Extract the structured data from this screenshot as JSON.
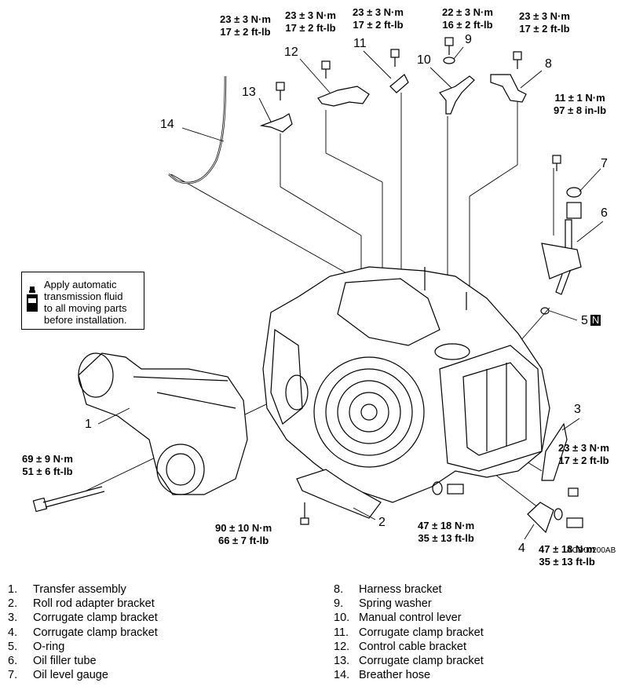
{
  "torque_specs": {
    "t_13": [
      "23 ± 3 N·m",
      "17 ± 2 ft-lb"
    ],
    "t_12": [
      "23 ± 3 N·m",
      "17 ± 2 ft-lb"
    ],
    "t_11": [
      "23 ± 3 N·m",
      "17 ± 2 ft-lb"
    ],
    "t_9": [
      "22 ± 3 N·m",
      "16 ± 2 ft-lb"
    ],
    "t_8": [
      "23 ± 3 N·m",
      "17 ± 2 ft-lb"
    ],
    "t_7": [
      "11 ± 1 N·m",
      "97 ± 8 in-lb"
    ],
    "t_3": [
      "23 ± 3 N·m",
      "17 ± 2 ft-lb"
    ],
    "t_1": [
      "69 ± 9 N·m",
      "51 ± 6 ft-lb"
    ],
    "t_2a": [
      "90 ± 10 N·m",
      "66 ± 7 ft-lb"
    ],
    "t_2b": [
      "47 ± 18 N·m",
      "35 ± 13 ft-lb"
    ],
    "t_4": [
      "47 ± 18 N·m",
      "35 ± 13 ft-lb"
    ]
  },
  "callouts": {
    "c1": "1",
    "c2": "2",
    "c3": "3",
    "c4": "4",
    "c5": "5",
    "c5_mark": "N",
    "c6": "6",
    "c7": "7",
    "c8": "8",
    "c9": "9",
    "c10": "10",
    "c11": "11",
    "c12": "12",
    "c13": "13",
    "c14": "14"
  },
  "caution": {
    "lines": [
      "Apply automatic",
      "transmission fluid",
      "to all moving parts",
      "before installation."
    ]
  },
  "figure_code": "ACD00200AB",
  "legend_left": [
    {
      "num": "1.",
      "label": "Transfer assembly"
    },
    {
      "num": "2.",
      "label": "Roll rod adapter bracket"
    },
    {
      "num": "3.",
      "label": "Corrugate clamp bracket"
    },
    {
      "num": "4.",
      "label": "Corrugate clamp bracket"
    },
    {
      "num": "5.",
      "label": "O-ring"
    },
    {
      "num": "6.",
      "label": "Oil filler tube"
    },
    {
      "num": "7.",
      "label": "Oil level gauge"
    }
  ],
  "legend_right": [
    {
      "num": "8.",
      "label": "Harness bracket"
    },
    {
      "num": "9.",
      "label": "Spring washer"
    },
    {
      "num": "10.",
      "label": "Manual control lever"
    },
    {
      "num": "11.",
      "label": "Corrugate clamp bracket"
    },
    {
      "num": "12.",
      "label": "Control cable bracket"
    },
    {
      "num": "13.",
      "label": "Corrugate clamp bracket"
    },
    {
      "num": "14.",
      "label": "Breather hose"
    }
  ]
}
